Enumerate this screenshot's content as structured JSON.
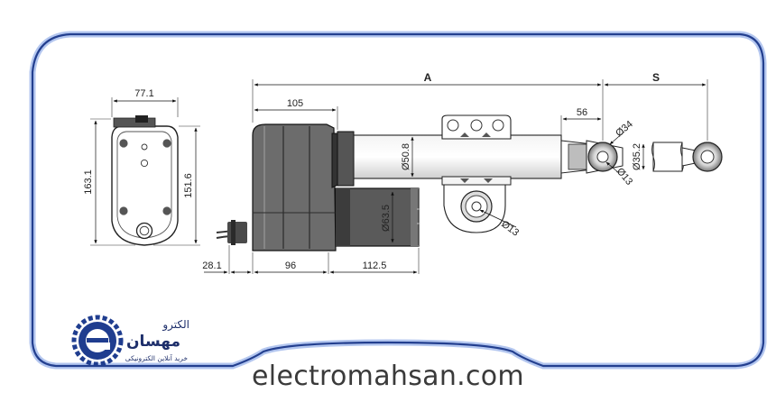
{
  "colors": {
    "frame_fill": "#ffffff",
    "frame_glow": "#b3c6ef",
    "frame_stroke": "#233f8f",
    "line": "#1a1a1a",
    "body_dark": "#333333",
    "body_mid": "#6c6c6c",
    "body_light": "#bdbdbd",
    "logo_blue": "#1f3d8f",
    "logo_text": "#1e2f6b"
  },
  "dims": {
    "width_top": "77.1",
    "height_left": "163.1",
    "height_right": "151.6",
    "d105": "105",
    "dA": "A",
    "dS": "S",
    "d56": "56",
    "dia34": "Ø34",
    "dia13a": "Ø13",
    "dia35_2": "Ø35.2",
    "dia50_8": "Ø50.8",
    "dia63_5": "Ø63.5",
    "dia13b": "Ø13",
    "d28_1": "28.1",
    "d96": "96",
    "d112_5": "112.5"
  },
  "logo": {
    "title": "الکترو",
    "name": "مهسان",
    "tagline": "خرید آنلاین الکترونیکی",
    "icon": "gear-e-icon"
  },
  "website": "electromahsan.com"
}
